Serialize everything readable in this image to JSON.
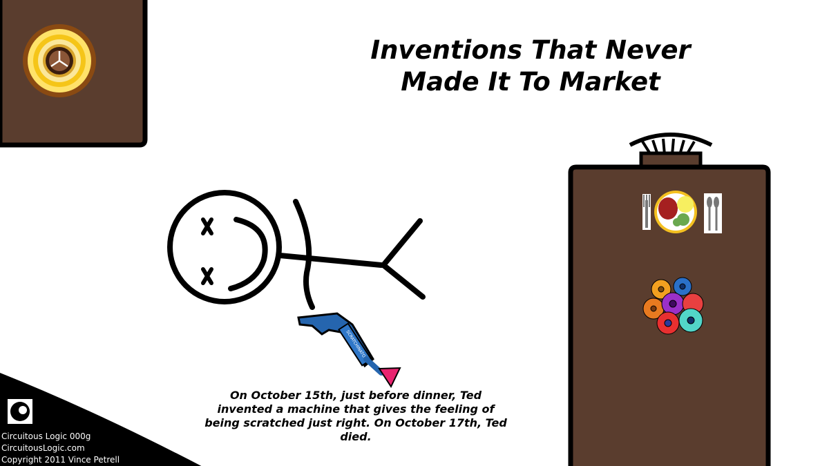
{
  "comic": {
    "title_lines": [
      "Inventions That Never",
      "Made It To Market"
    ],
    "caption_lines": [
      "On October 15th, just before dinner, Ted",
      "invented a machine that gives the feeling of",
      "being scratched just right. On October 17th, Ted",
      "died."
    ],
    "device_label": "SCRATCHINATOR"
  },
  "credits": {
    "series": "Circuitous Logic 000g",
    "site": "CircuitousLogic.com",
    "copyright": "Copyright 2011 Vince Petrell"
  },
  "colors": {
    "wall_brown": "#5a3d2e",
    "outline": "#000000",
    "clock_gold": "#f5c518",
    "device_blue": "#2565ae",
    "device_pink": "#e8246f"
  },
  "icons": {
    "logo": "circle-logo-icon",
    "clock": "wall-clock-icon",
    "place_setting": "place-setting-icon",
    "flowers": "flower-bouquet-icon"
  }
}
